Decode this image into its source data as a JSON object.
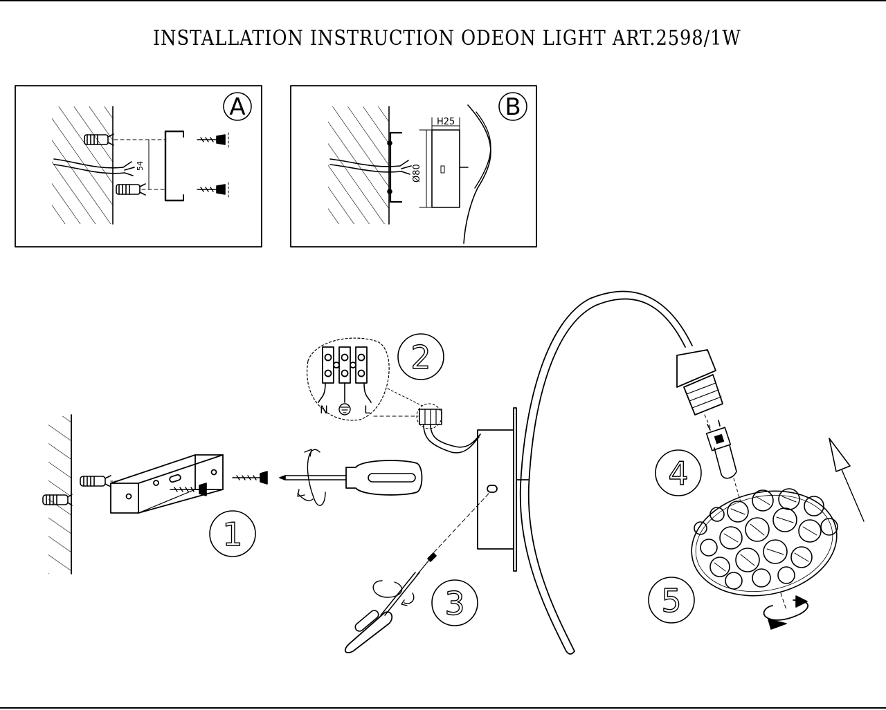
{
  "title": "INSTALLATION INSTRUCTION ODEON LIGHT ART.2598/1W",
  "panels": {
    "a": {
      "label": "A",
      "dim_spacing": "54"
    },
    "b": {
      "label": "B",
      "dim_height": "H25",
      "dim_diameter": "Ø80"
    }
  },
  "steps": [
    "1",
    "2",
    "3",
    "4",
    "5"
  ],
  "terminals": {
    "n": "N",
    "l": "L"
  }
}
